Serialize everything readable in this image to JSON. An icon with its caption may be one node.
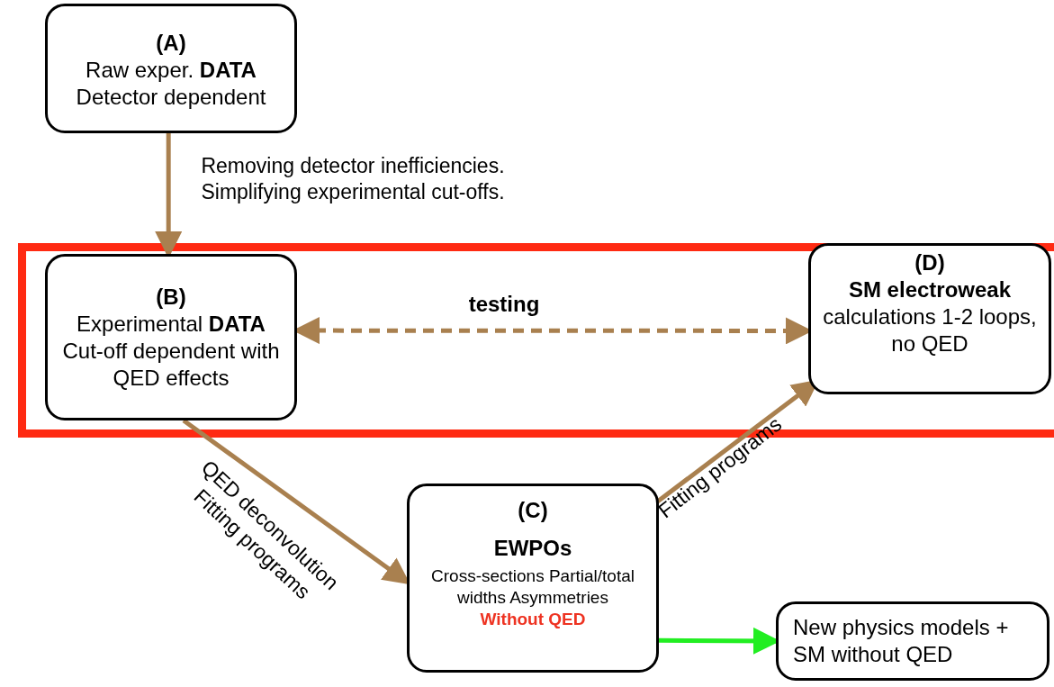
{
  "diagram": {
    "nodes": [
      {
        "text": [
          "(A)",
          "Raw exper. **DATA**",
          "Detector dependent"
        ]
      },
      {
        "text": [
          "(B)",
          "Experimental **DATA**",
          "Cut-off dependent with QED effects"
        ]
      },
      {
        "text": [
          "(D)",
          "SM electroweak",
          "calculations 1-2 loops, no QED"
        ]
      },
      {
        "text": [
          "(C)",
          "EWPOs",
          "Cross-sections Partial/total widths Asymmetries",
          "Without QED"
        ]
      },
      {
        "text": [
          "New physics models + SM without QED"
        ]
      }
    ],
    "edges": [
      {
        "from": 0,
        "to": 1,
        "arrow": "to",
        "label": "Removing detector inefficiencies. Simplifying experimental cut-offs."
      },
      {
        "from": 1,
        "to": 2,
        "arrow": "both",
        "style": "dashed",
        "label": "testing"
      },
      {
        "from": 1,
        "to": 3,
        "arrow": "to",
        "label": "QED deconvolution Fitting programs"
      },
      {
        "from": 3,
        "to": 2,
        "arrow": "to",
        "label": "Fitting programs"
      },
      {
        "from": 3,
        "to": 4,
        "arrow": "to",
        "color": "#22ee22"
      }
    ]
  }
}
